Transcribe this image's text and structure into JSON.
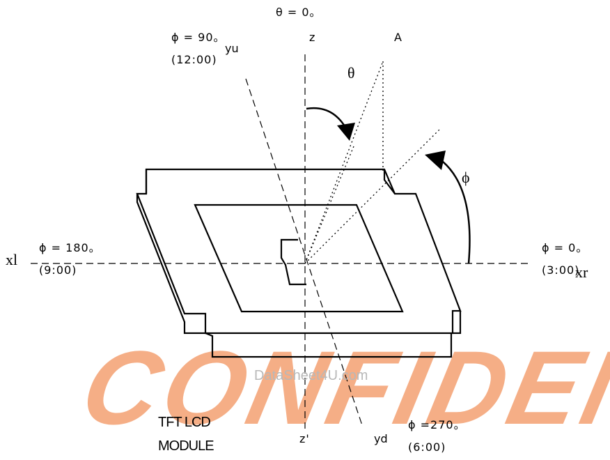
{
  "labels": {
    "theta_zero": "θ = 0。",
    "phi_90": "ϕ = 90。",
    "time_12": "(12:00)",
    "yu": "yu",
    "z": "z",
    "a": "A",
    "theta": "θ",
    "phi": "ϕ",
    "xl": "xl",
    "phi_180": "ϕ = 180。",
    "time_9": "(9:00)",
    "phi_0": "ϕ = 0。",
    "time_3": "(3:00)",
    "xr": "xr",
    "tft_line1": "TFT LCD",
    "tft_line2": "MODULE",
    "z_prime": "z'",
    "yd": "yd",
    "phi_270": "ϕ =270。",
    "time_6": "(6:00)"
  },
  "watermark": {
    "site": "DataSheet4U.com",
    "stamp": "CONFIDENTIAL",
    "stamp_color": "#f5a87c"
  }
}
